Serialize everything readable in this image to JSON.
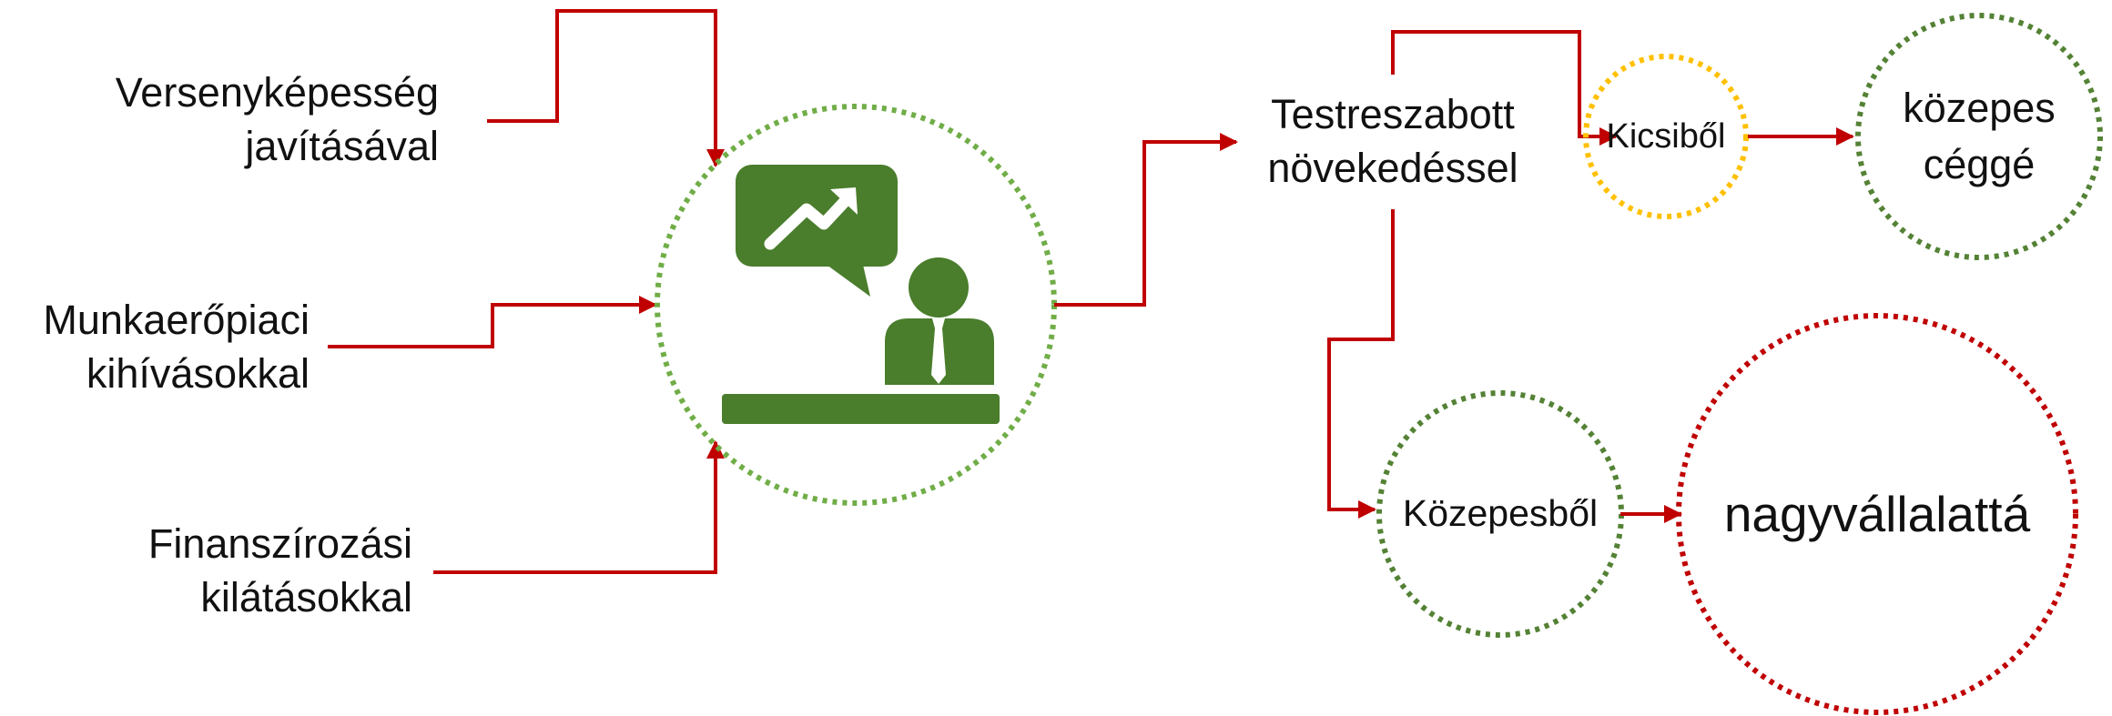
{
  "inputs": [
    {
      "line1": "Versenyképesség",
      "line2": "javításával"
    },
    {
      "line1": "Munkaerőpiaci",
      "line2": "kihívásokkal"
    },
    {
      "line1": "Finanszírozási",
      "line2": "kilátásokkal"
    }
  ],
  "center_icon": "businessman-presenting-growth-chart-icon",
  "growth": {
    "line1": "Testreszabott",
    "line2": "növekedéssel"
  },
  "paths": [
    {
      "from": "Kicsiből",
      "to_line1": "közepes",
      "to_line2": "céggé"
    },
    {
      "from": "Közepesből",
      "to": "nagyvállalattá"
    }
  ],
  "colors": {
    "arrow": "#c00000",
    "green": "#548235",
    "light_green": "#70ad47",
    "icon_green": "#4a7d2c",
    "yellow": "#ffc000",
    "red": "#c00000"
  }
}
